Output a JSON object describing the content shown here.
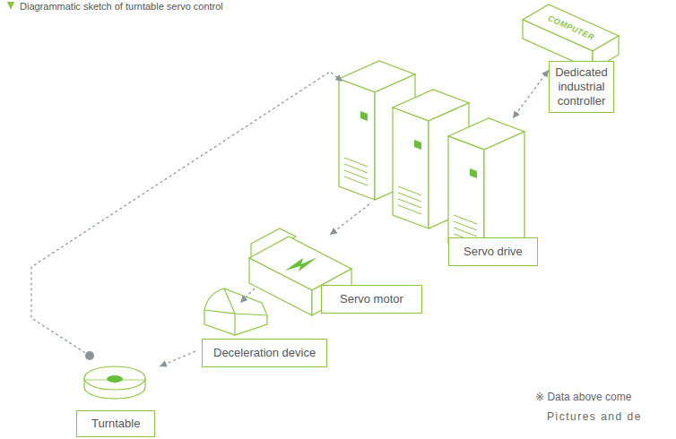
{
  "diagram": {
    "title": "Diagrammatic sketch of turntable servo control",
    "nodes": [
      {
        "text": [
          "COMPUTER"
        ]
      },
      {
        "text": [
          "Dedicated industrial controller"
        ]
      },
      {
        "text": [
          "Servo drive"
        ]
      },
      {
        "text": [
          "Servo motor"
        ]
      },
      {
        "text": [
          "Deceleration device"
        ]
      },
      {
        "text": [
          "Turntable"
        ]
      }
    ],
    "edges": [
      {
        "from": 1,
        "to": 2,
        "arrow": "both"
      },
      {
        "from": 2,
        "to": 3,
        "arrow": "to"
      },
      {
        "from": 3,
        "to": 4,
        "arrow": "to"
      },
      {
        "from": 4,
        "to": 5,
        "arrow": "to"
      },
      {
        "from": 5,
        "to": 2,
        "arrow": "to"
      }
    ],
    "labels": [
      "※ Data above come",
      "Pictures and de"
    ]
  }
}
